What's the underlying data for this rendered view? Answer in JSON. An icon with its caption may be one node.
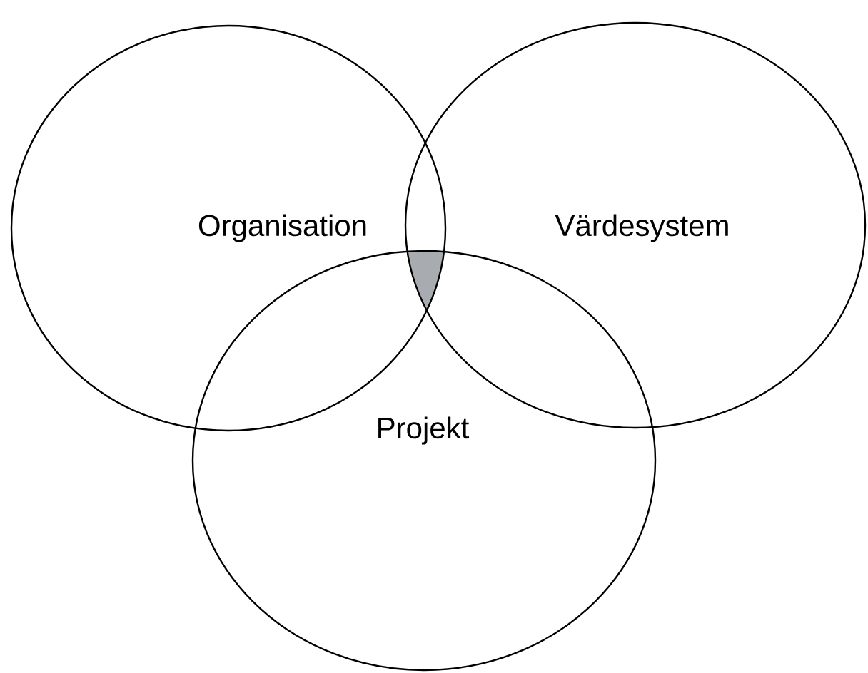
{
  "diagram": {
    "nodes": [
      {
        "text": [
          "Organisation"
        ]
      },
      {
        "text": [
          "Värdesystem"
        ]
      },
      {
        "text": [
          "Projekt"
        ]
      }
    ]
  }
}
